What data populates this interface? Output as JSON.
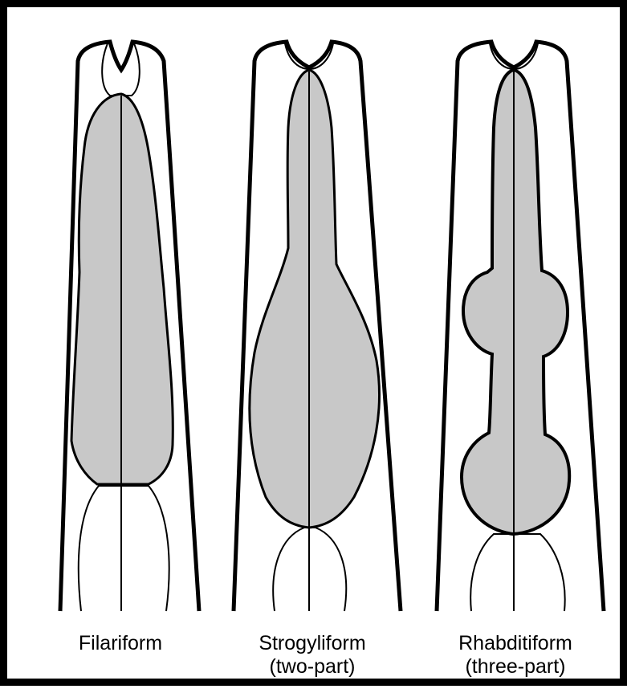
{
  "colors": {
    "outline": "#000000",
    "pharynx_fill": "#c8c8c8",
    "background": "#ffffff"
  },
  "panels": [
    {
      "id": "filariform",
      "name": "Filariform",
      "subtitle": ""
    },
    {
      "id": "strongyliform",
      "name": "Strogyliform",
      "subtitle": "(two-part)"
    },
    {
      "id": "rhabditiform",
      "name": "Rhabditiform",
      "subtitle": "(three-part)"
    }
  ]
}
